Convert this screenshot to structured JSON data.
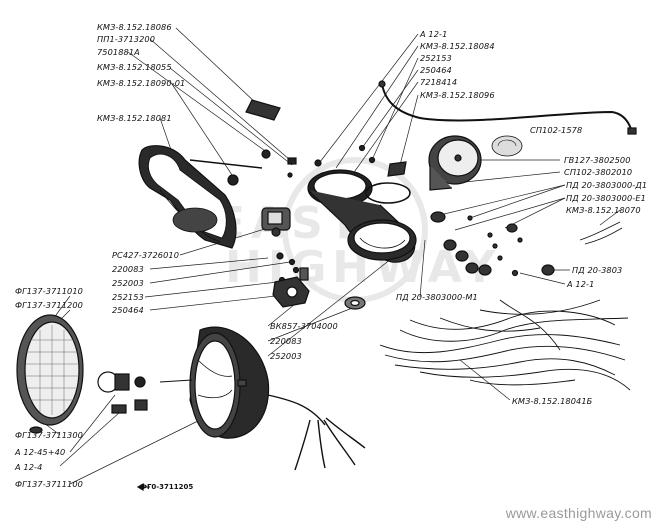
{
  "diagram": {
    "labels": [
      {
        "id": "l1",
        "text": "КМЗ-8.152.18086"
      },
      {
        "id": "l2",
        "text": "ПП1-3713200"
      },
      {
        "id": "l3",
        "text": "7501881А"
      },
      {
        "id": "l4",
        "text": "КМЗ-8.152.18055"
      },
      {
        "id": "l5",
        "text": "КМЗ-8.152.18090-01"
      },
      {
        "id": "l6",
        "text": "КМЗ-8.152.18081"
      },
      {
        "id": "l7",
        "text": "А 12-1"
      },
      {
        "id": "l8",
        "text": "КМЗ-8.152.18084"
      },
      {
        "id": "l9",
        "text": "252153"
      },
      {
        "id": "l10",
        "text": "250464"
      },
      {
        "id": "l11",
        "text": "7218414"
      },
      {
        "id": "l12",
        "text": "КМЗ-8.152.18096"
      },
      {
        "id": "l13",
        "text": "СП102-1578"
      },
      {
        "id": "l14",
        "text": "ГВ127-3802500"
      },
      {
        "id": "l15",
        "text": "СП102-3802010"
      },
      {
        "id": "l16",
        "text": "ПД 20-3803000-Д1"
      },
      {
        "id": "l17",
        "text": "ПД 20-3803000-Е1"
      },
      {
        "id": "l18",
        "text": "КМЗ-8.152.18070"
      },
      {
        "id": "l19",
        "text": "ПД 20-3803"
      },
      {
        "id": "l20",
        "text": "А 12-1"
      },
      {
        "id": "l21",
        "text": "РС427-3726010"
      },
      {
        "id": "l22",
        "text": "220083"
      },
      {
        "id": "l23",
        "text": "252003"
      },
      {
        "id": "l24",
        "text": "252153"
      },
      {
        "id": "l25",
        "text": "250464"
      },
      {
        "id": "l26",
        "text": "ПД 20-3803000-М1"
      },
      {
        "id": "l27",
        "text": "ВК857-3704000"
      },
      {
        "id": "l28",
        "text": "220083"
      },
      {
        "id": "l29",
        "text": "252003"
      },
      {
        "id": "l30",
        "text": "ФГ137-3711010"
      },
      {
        "id": "l31",
        "text": "ФГ137-3711200"
      },
      {
        "id": "l32",
        "text": "КМЗ-8.152.18041Б"
      },
      {
        "id": "l33",
        "text": "ФГ137-3711300"
      },
      {
        "id": "l34",
        "text": "А 12-45+40"
      },
      {
        "id": "l35",
        "text": "А 12-4"
      },
      {
        "id": "l36",
        "text": "ФГ137-3711100"
      }
    ],
    "sub_label": "ФГ0-3711205",
    "watermark": "www.easthighway.com",
    "background_watermark": "EAST HIGHWAY"
  }
}
